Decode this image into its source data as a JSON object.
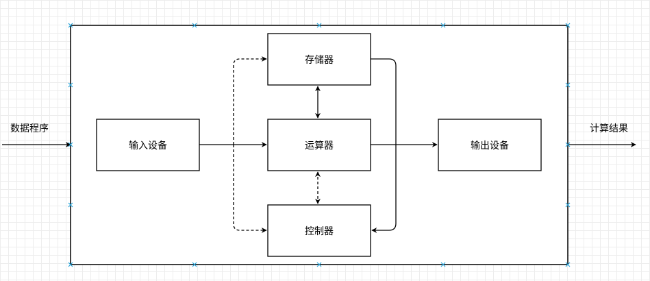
{
  "diagram": {
    "input_label": "数据程序",
    "output_label": "计算结果",
    "nodes": {
      "input_device": "输入设备",
      "memory": "存储器",
      "alu": "运算器",
      "controller": "控制器",
      "output_device": "输出设备"
    }
  },
  "colors": {
    "stroke": "#000000",
    "grid": "#ededed",
    "selection_handle": "#29a3d9"
  }
}
